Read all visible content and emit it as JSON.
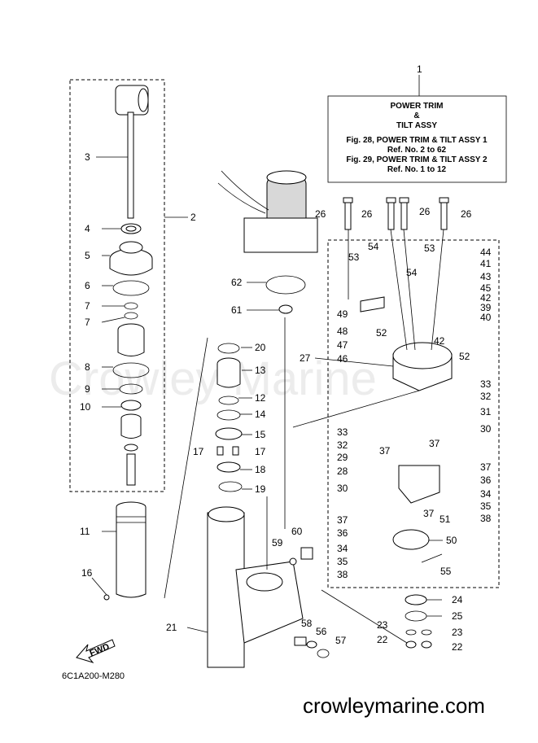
{
  "title_box": {
    "line1": "POWER TRIM",
    "line2": "&",
    "line3": "TILT ASSY",
    "line4": "Fig. 28, POWER TRIM & TILT ASSY 1",
    "line5": "Ref. No. 2 to 62",
    "line6": "Fig. 29, POWER TRIM & TILT ASSY 2",
    "line7": "Ref. No. 1 to 12"
  },
  "watermark": "Crowley Marine",
  "website": "crowleymarine.com",
  "diagram_code": "6C1A200-M280",
  "fwd_label": "FWD",
  "callouts": [
    "1",
    "2",
    "3",
    "4",
    "5",
    "6",
    "7",
    "7",
    "8",
    "9",
    "10",
    "11",
    "16",
    "12",
    "13",
    "14",
    "15",
    "17",
    "17",
    "18",
    "19",
    "20",
    "21",
    "62",
    "61",
    "27",
    "26",
    "26",
    "26",
    "26",
    "53",
    "54",
    "53",
    "54",
    "49",
    "48",
    "47",
    "46",
    "52",
    "52",
    "42",
    "44",
    "41",
    "43",
    "45",
    "42",
    "39",
    "40",
    "33",
    "32",
    "31",
    "30",
    "33",
    "32",
    "29",
    "37",
    "37",
    "28",
    "30",
    "37",
    "36",
    "34",
    "35",
    "38",
    "37",
    "51",
    "37",
    "36",
    "34",
    "35",
    "38",
    "50",
    "55",
    "24",
    "25",
    "23",
    "23",
    "22",
    "22",
    "58",
    "56",
    "57",
    "59",
    "60"
  ]
}
